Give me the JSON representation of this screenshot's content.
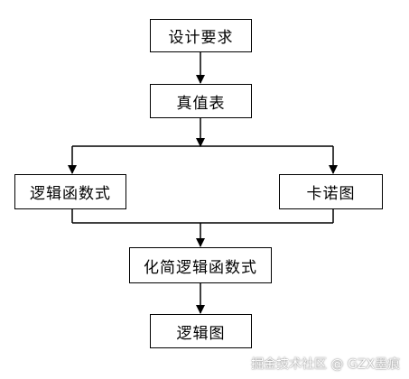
{
  "nodes": {
    "design_requirements": "设计要求",
    "truth_table": "真值表",
    "logic_function": "逻辑函数式",
    "karnaugh_map": "卡诺图",
    "simplified_function": "化简逻辑函数式",
    "logic_diagram": "逻辑图"
  },
  "watermark": "掘金技术社区 @ GZX墨痕",
  "colors": {
    "line": "#000000",
    "box_border": "#000000"
  }
}
